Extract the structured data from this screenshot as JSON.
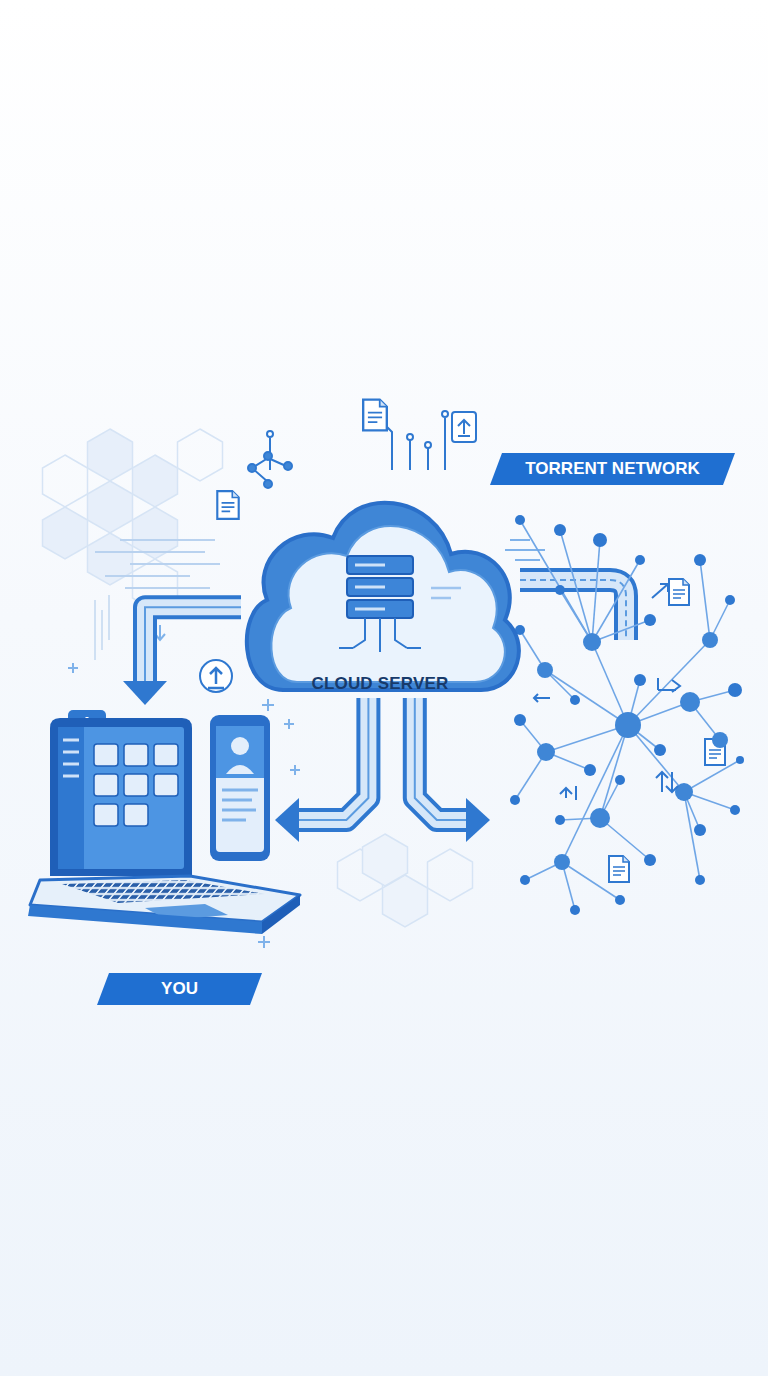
{
  "diagram": {
    "nodes": [
      {
        "text": [
          "CLOUD SERVER"
        ]
      },
      {
        "text": [
          "TORRENT NETWORK"
        ]
      },
      {
        "text": [
          "YOU"
        ]
      }
    ],
    "edges": [
      {
        "from": 0,
        "to": 2,
        "arrow": "to"
      },
      {
        "from": 0,
        "to": 2,
        "arrow": "to"
      },
      {
        "from": 0,
        "to": 1,
        "arrow": "to"
      }
    ]
  }
}
